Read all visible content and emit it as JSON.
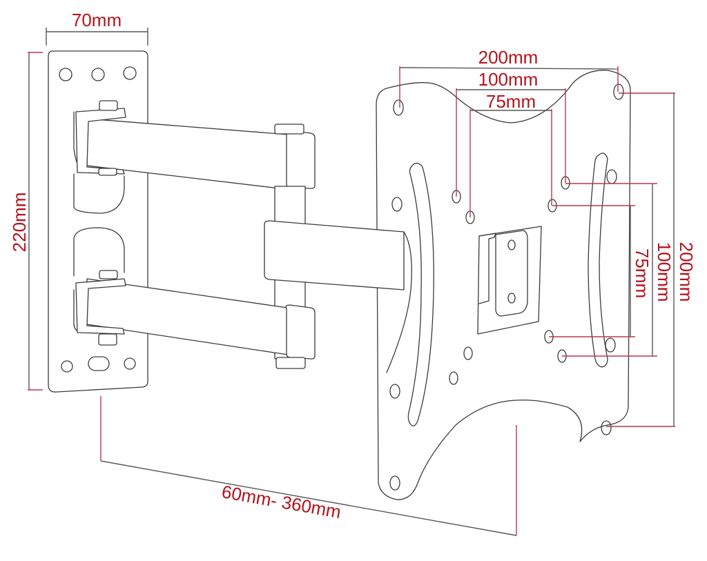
{
  "diagram": {
    "subject": "Swivel-arm TV wall mount technical drawing",
    "colors": {
      "line": "#3a3a3a",
      "dimension_text": "#b5121b",
      "extension_line": "#b8374a",
      "background": "#ffffff"
    },
    "dimensions": {
      "wall_plate_width": "70mm",
      "wall_plate_height": "220mm",
      "extension_range": "60mm- 360mm",
      "vesa_horizontal": [
        "200mm",
        "100mm",
        "75mm"
      ],
      "vesa_vertical": [
        "75mm",
        "100mm",
        "200mm"
      ]
    },
    "parts": [
      "wall-plate",
      "upper-arm",
      "lower-arm",
      "pivot-column",
      "front-arm",
      "vesa-plate",
      "tilt-bracket"
    ]
  }
}
